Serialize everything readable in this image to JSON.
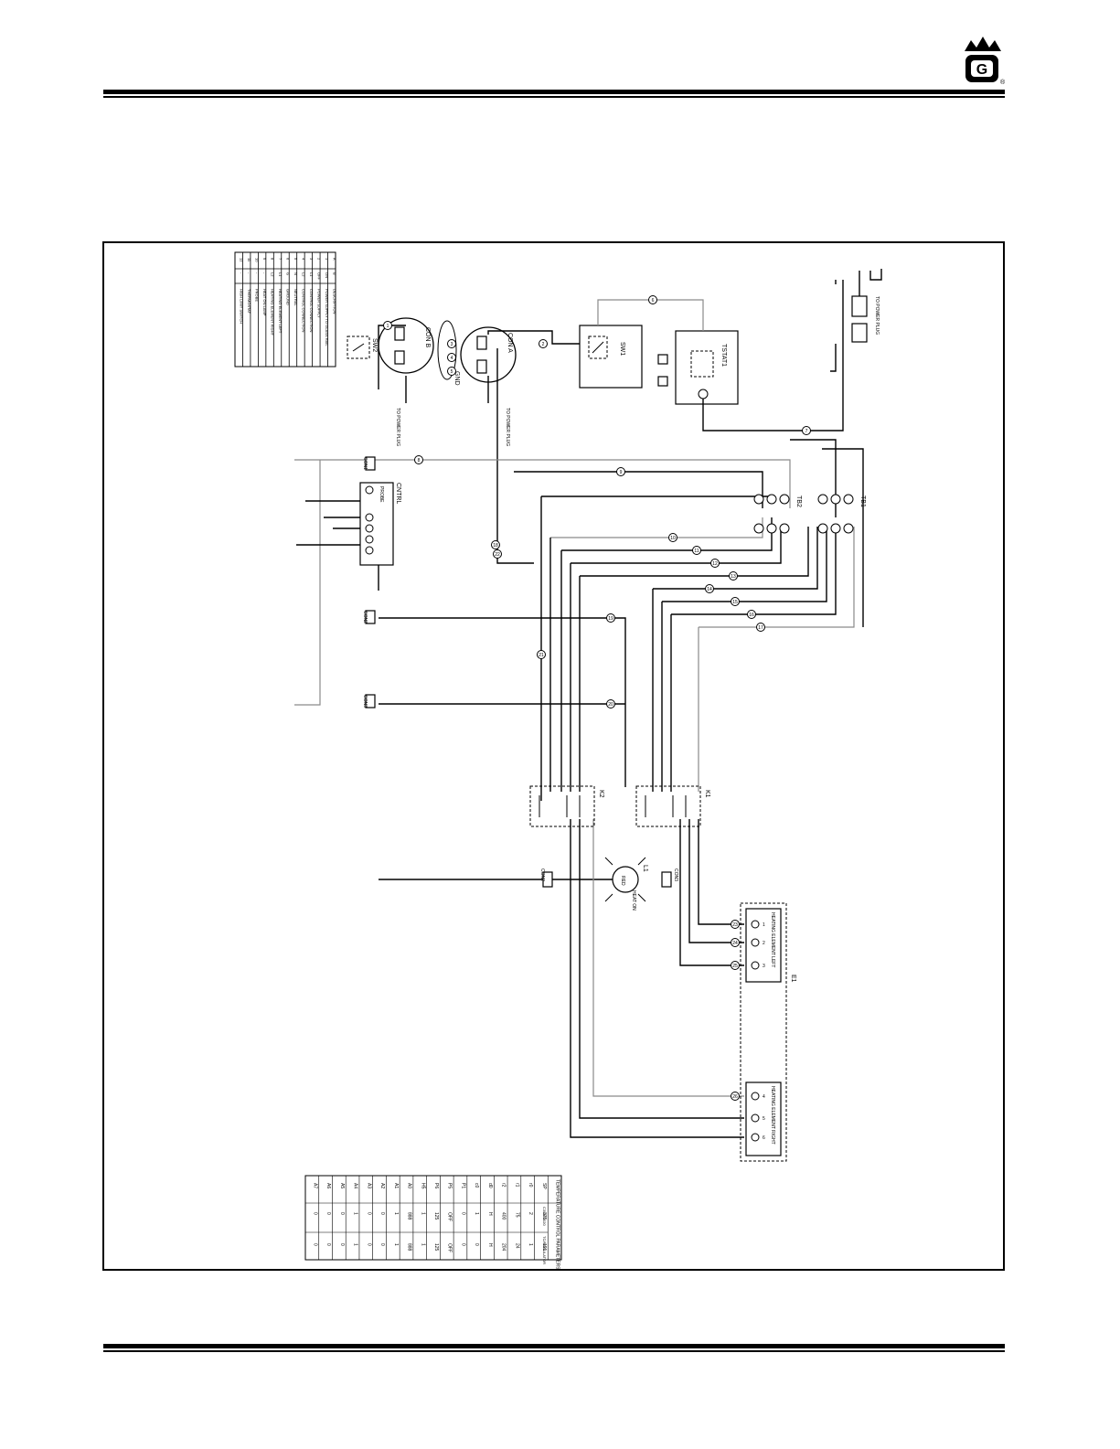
{
  "header": {
    "logo_text": "G",
    "registered_mark": "®"
  },
  "diagram": {
    "components": {
      "relay_k1": "K1",
      "relay_k2": "K2",
      "switch_sw1": "SW1",
      "switch_sw2": "SW2",
      "connector_a": "CON A",
      "connector_b": "CON B",
      "ground": "GND",
      "thermostat": "TSTAT1",
      "terminal_block_1": "TB1",
      "terminal_block_2": "TB2",
      "lamp": "L1",
      "lamp_color": "RED",
      "lamp_caption": "HEAT ON",
      "heater_group": "E1",
      "heating_left": "HEATING ELEMENT LEFT",
      "heating_right": "HEATING ELEMENT RIGHT",
      "controller": "CNTRL",
      "probe": "PROBE",
      "con1": "CON1",
      "con2": "CON2",
      "con3": "CON3",
      "lamp_con_left": "CON2",
      "lamp_con_right": "CON3",
      "power_note_a": "TO POWER PLUG",
      "power_note_b": "TO POWER PLUG"
    },
    "heater_left_terminals": [
      "1",
      "2",
      "3"
    ],
    "heater_right_terminals": [
      "4",
      "5",
      "6"
    ],
    "wire_numbers": [
      "1",
      "2",
      "3",
      "4",
      "5",
      "6",
      "7",
      "8",
      "9",
      "10",
      "11",
      "12",
      "13",
      "14",
      "15",
      "16",
      "17",
      "18",
      "19",
      "20",
      "21",
      "22",
      "23",
      "24",
      "25",
      "26"
    ]
  },
  "parameter_table": {
    "title": "TEMPERATURE CONTROL PARAMETERS",
    "columns": [
      "",
      "C35500020",
      "TC/REGULATOR"
    ],
    "rows": [
      [
        "SP",
        "375",
        "191"
      ],
      [
        "r0",
        "2",
        "1"
      ],
      [
        "r1",
        "75",
        "24"
      ],
      [
        "r2",
        "400",
        "204"
      ],
      [
        "d0",
        "H",
        "H"
      ],
      [
        "c0",
        "1",
        "0"
      ],
      [
        "P1",
        "0",
        "0"
      ],
      [
        "P5",
        "OFF",
        "OFF"
      ],
      [
        "P6",
        "125",
        "125"
      ],
      [
        "H5",
        "1",
        "1"
      ],
      [
        "A0",
        "888",
        "888"
      ],
      [
        "A1",
        "1",
        "1"
      ],
      [
        "A2",
        "0",
        "0"
      ],
      [
        "A3",
        "0",
        "0"
      ],
      [
        "A4",
        "1",
        "1"
      ],
      [
        "A5",
        "0",
        "0"
      ],
      [
        "A6",
        "0",
        "0"
      ],
      [
        "A7",
        "0",
        "0"
      ]
    ]
  },
  "legend_table": {
    "rows": [
      [
        "A",
        "B",
        "DESCRIPTION"
      ],
      [
        "1",
        "ON",
        "POWER SUPPLY TO GLASS RAIL"
      ],
      [
        "2",
        "OFF",
        "POWER SUPPLY"
      ],
      [
        "3",
        "L1",
        "CONTROL CONNECTION"
      ],
      [
        "4",
        "L2",
        "CONTROL CONNECTION"
      ],
      [
        "5",
        "N",
        "NEUTRAL"
      ],
      [
        "6",
        "G",
        "GROUND"
      ],
      [
        "7",
        "L1",
        "HEATING ELEMENT LEFT"
      ],
      [
        "8",
        "L2",
        "HEATING ELEMENT RIGHT"
      ],
      [
        "9",
        "-",
        "HEAT ON LAMP"
      ],
      [
        "10",
        "-",
        "PROBE"
      ],
      [
        "11",
        "-",
        "THERMOSTAT"
      ],
      [
        "12",
        "-",
        "HIGH LIMIT SWITCH"
      ]
    ]
  }
}
